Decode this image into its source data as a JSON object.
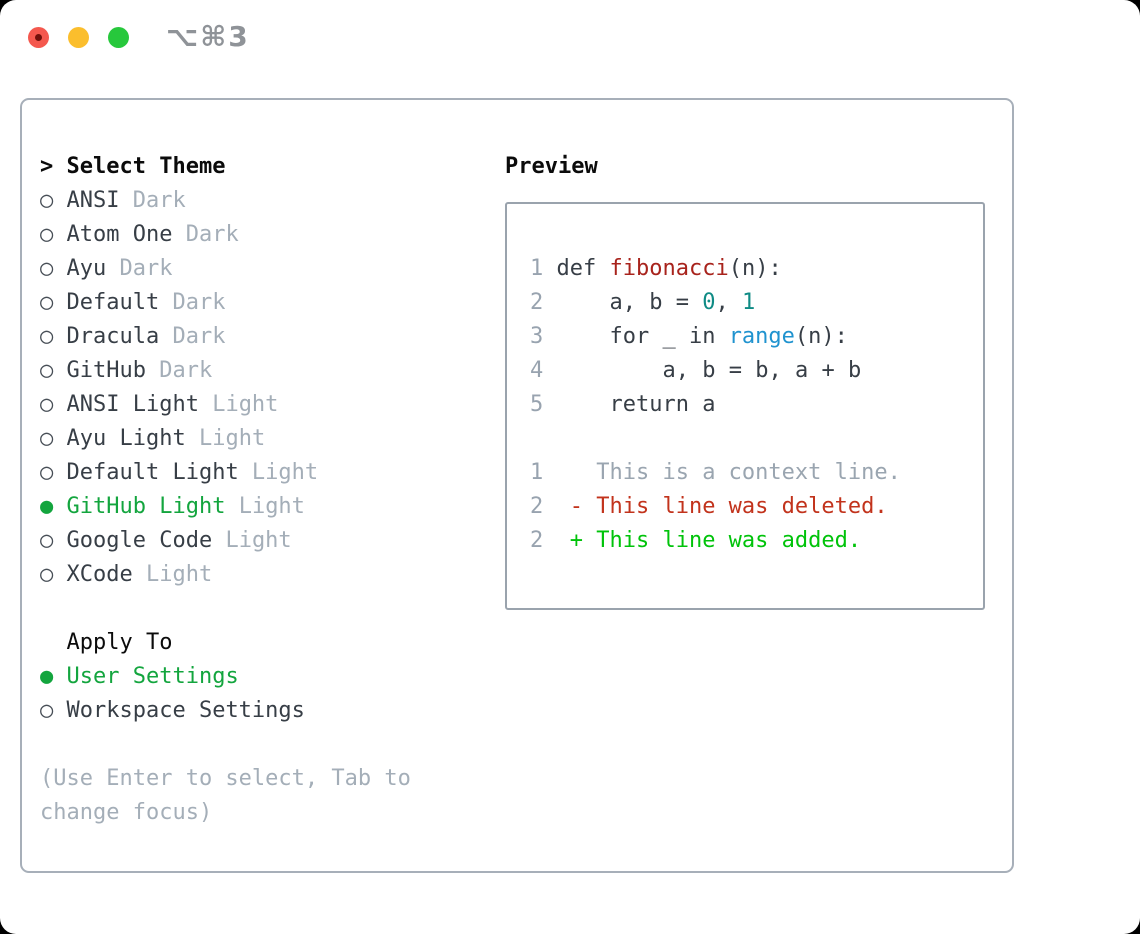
{
  "window": {
    "shortcut": "⌥⌘3",
    "buttons": [
      "close",
      "minimize",
      "zoom"
    ]
  },
  "palette": {
    "selected_green": "#13a53e",
    "diff_added_green": "#00c30a",
    "diff_deleted_red": "#c2331c",
    "function_red": "#a8231c",
    "number_teal": "#0f8b85",
    "builtin_blue": "#2093cf",
    "muted_gray": "#a4aeb8",
    "text_dark": "#373e46",
    "traffic_red": "#f4584e",
    "traffic_yellow": "#fbbe2d",
    "traffic_green": "#27c83c"
  },
  "theme_panel": {
    "title_prefix": "> ",
    "title": "Select Theme",
    "radio_unselected": "○",
    "radio_selected": "●",
    "items": [
      {
        "name": "ANSI",
        "variant": "Dark",
        "selected": false
      },
      {
        "name": "Atom One",
        "variant": "Dark",
        "selected": false
      },
      {
        "name": "Ayu",
        "variant": "Dark",
        "selected": false
      },
      {
        "name": "Default",
        "variant": "Dark",
        "selected": false
      },
      {
        "name": "Dracula",
        "variant": "Dark",
        "selected": false
      },
      {
        "name": "GitHub",
        "variant": "Dark",
        "selected": false
      },
      {
        "name": "ANSI Light",
        "variant": "Light",
        "selected": false
      },
      {
        "name": "Ayu Light",
        "variant": "Light",
        "selected": false
      },
      {
        "name": "Default Light",
        "variant": "Light",
        "selected": false
      },
      {
        "name": "GitHub Light",
        "variant": "Light",
        "selected": true
      },
      {
        "name": "Google Code",
        "variant": "Light",
        "selected": false
      },
      {
        "name": "XCode",
        "variant": "Light",
        "selected": false
      }
    ],
    "apply_to": {
      "title": "Apply To",
      "options": [
        {
          "name": "User Settings",
          "selected": true
        },
        {
          "name": "Workspace Settings",
          "selected": false
        }
      ]
    },
    "hint_lines": [
      "(Use Enter to select, Tab to",
      "change focus)"
    ]
  },
  "preview": {
    "title": "Preview",
    "lines": [
      {
        "no": "1",
        "tokens": [
          {
            "t": "def ",
            "c": "plain"
          },
          {
            "t": "fibonacci",
            "c": "func"
          },
          {
            "t": "(n):",
            "c": "plain"
          }
        ]
      },
      {
        "no": "2",
        "tokens": [
          {
            "t": "    ",
            "c": "plain"
          },
          {
            "t": "a",
            "c": "var"
          },
          {
            "t": ", ",
            "c": "plain"
          },
          {
            "t": "b",
            "c": "var"
          },
          {
            "t": " = ",
            "c": "plain"
          },
          {
            "t": "0",
            "c": "num"
          },
          {
            "t": ", ",
            "c": "plain"
          },
          {
            "t": "1",
            "c": "num"
          }
        ]
      },
      {
        "no": "3",
        "tokens": [
          {
            "t": "    for _ in ",
            "c": "plain"
          },
          {
            "t": "range",
            "c": "builtin"
          },
          {
            "t": "(n):",
            "c": "plain"
          }
        ]
      },
      {
        "no": "4",
        "tokens": [
          {
            "t": "        ",
            "c": "plain"
          },
          {
            "t": "a",
            "c": "var"
          },
          {
            "t": ", ",
            "c": "plain"
          },
          {
            "t": "b",
            "c": "var"
          },
          {
            "t": " = ",
            "c": "plain"
          },
          {
            "t": "b",
            "c": "var"
          },
          {
            "t": ", ",
            "c": "plain"
          },
          {
            "t": "a",
            "c": "var"
          },
          {
            "t": " + ",
            "c": "plain"
          },
          {
            "t": "b",
            "c": "var"
          }
        ]
      },
      {
        "no": "5",
        "tokens": [
          {
            "t": "    return ",
            "c": "plain"
          },
          {
            "t": "a",
            "c": "var"
          }
        ]
      },
      {
        "no": "",
        "tokens": []
      },
      {
        "no": "1",
        "tokens": [
          {
            "t": "   This is a context line.",
            "c": "context"
          }
        ]
      },
      {
        "no": "2",
        "tokens": [
          {
            "t": " - This line was deleted.",
            "c": "del"
          }
        ]
      },
      {
        "no": "2",
        "tokens": [
          {
            "t": " + This line was added.",
            "c": "add"
          }
        ]
      }
    ]
  }
}
